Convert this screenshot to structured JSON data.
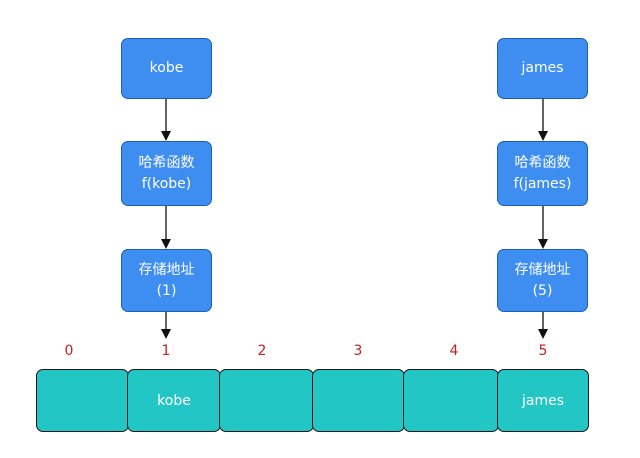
{
  "left_flow": {
    "name_box": "kobe",
    "hash_box": {
      "line1": "哈希函数",
      "line2": "f(kobe)"
    },
    "addr_box": {
      "line1": "存储地址",
      "line2": "(1)"
    }
  },
  "right_flow": {
    "name_box": "james",
    "hash_box": {
      "line1": "哈希函数",
      "line2": "f(james)"
    },
    "addr_box": {
      "line1": "存储地址",
      "line2": "(5)"
    }
  },
  "array": {
    "indices": [
      "0",
      "1",
      "2",
      "3",
      "4",
      "5"
    ],
    "cells": [
      "",
      "kobe",
      "",
      "",
      "",
      "james"
    ]
  },
  "colors": {
    "box_fill": "#3d8ef0",
    "cell_fill": "#22c6c4",
    "index_text": "#c01f23"
  }
}
